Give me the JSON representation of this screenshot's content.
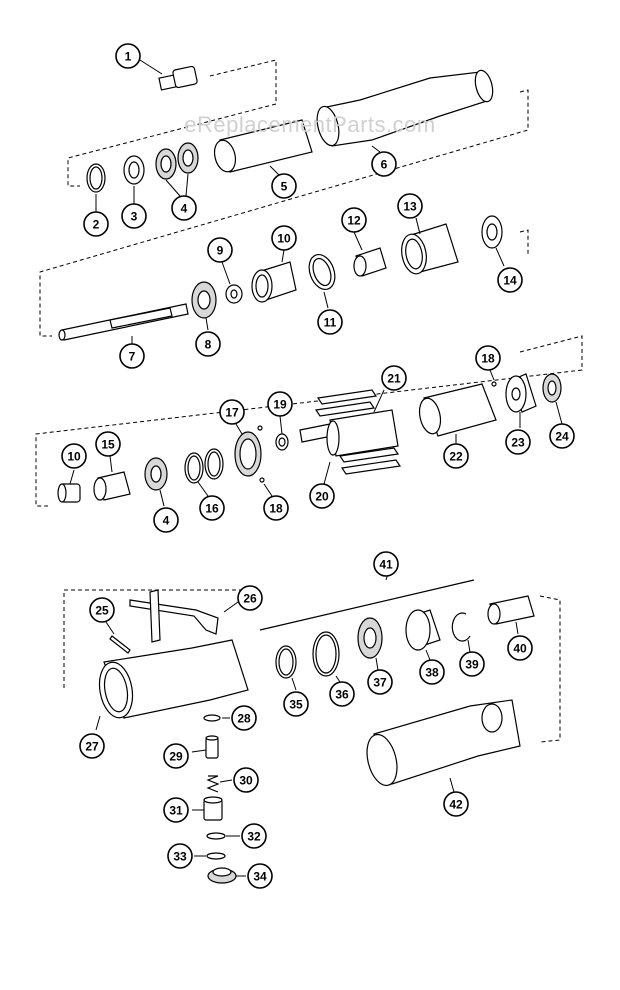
{
  "watermark": "eReplacementParts.com",
  "callouts": [
    {
      "id": "c1",
      "label": "1"
    },
    {
      "id": "c2",
      "label": "2"
    },
    {
      "id": "c3",
      "label": "3"
    },
    {
      "id": "c4a",
      "label": "4"
    },
    {
      "id": "c5",
      "label": "5"
    },
    {
      "id": "c6",
      "label": "6"
    },
    {
      "id": "c7",
      "label": "7"
    },
    {
      "id": "c8",
      "label": "8"
    },
    {
      "id": "c9",
      "label": "9"
    },
    {
      "id": "c10a",
      "label": "10"
    },
    {
      "id": "c11",
      "label": "11"
    },
    {
      "id": "c12",
      "label": "12"
    },
    {
      "id": "c13",
      "label": "13"
    },
    {
      "id": "c14",
      "label": "14"
    },
    {
      "id": "c10b",
      "label": "10"
    },
    {
      "id": "c15",
      "label": "15"
    },
    {
      "id": "c4b",
      "label": "4"
    },
    {
      "id": "c16",
      "label": "16"
    },
    {
      "id": "c17",
      "label": "17"
    },
    {
      "id": "c18a",
      "label": "18"
    },
    {
      "id": "c19",
      "label": "19"
    },
    {
      "id": "c20",
      "label": "20"
    },
    {
      "id": "c21",
      "label": "21"
    },
    {
      "id": "c22",
      "label": "22"
    },
    {
      "id": "c18b",
      "label": "18"
    },
    {
      "id": "c23",
      "label": "23"
    },
    {
      "id": "c24",
      "label": "24"
    },
    {
      "id": "c25",
      "label": "25"
    },
    {
      "id": "c26",
      "label": "26"
    },
    {
      "id": "c27",
      "label": "27"
    },
    {
      "id": "c28",
      "label": "28"
    },
    {
      "id": "c29",
      "label": "29"
    },
    {
      "id": "c30",
      "label": "30"
    },
    {
      "id": "c31",
      "label": "31"
    },
    {
      "id": "c32",
      "label": "32"
    },
    {
      "id": "c33",
      "label": "33"
    },
    {
      "id": "c34",
      "label": "34"
    },
    {
      "id": "c35",
      "label": "35"
    },
    {
      "id": "c36",
      "label": "36"
    },
    {
      "id": "c37",
      "label": "37"
    },
    {
      "id": "c38",
      "label": "38"
    },
    {
      "id": "c39",
      "label": "39"
    },
    {
      "id": "c40",
      "label": "40"
    },
    {
      "id": "c41",
      "label": "41"
    },
    {
      "id": "c42",
      "label": "42"
    }
  ]
}
